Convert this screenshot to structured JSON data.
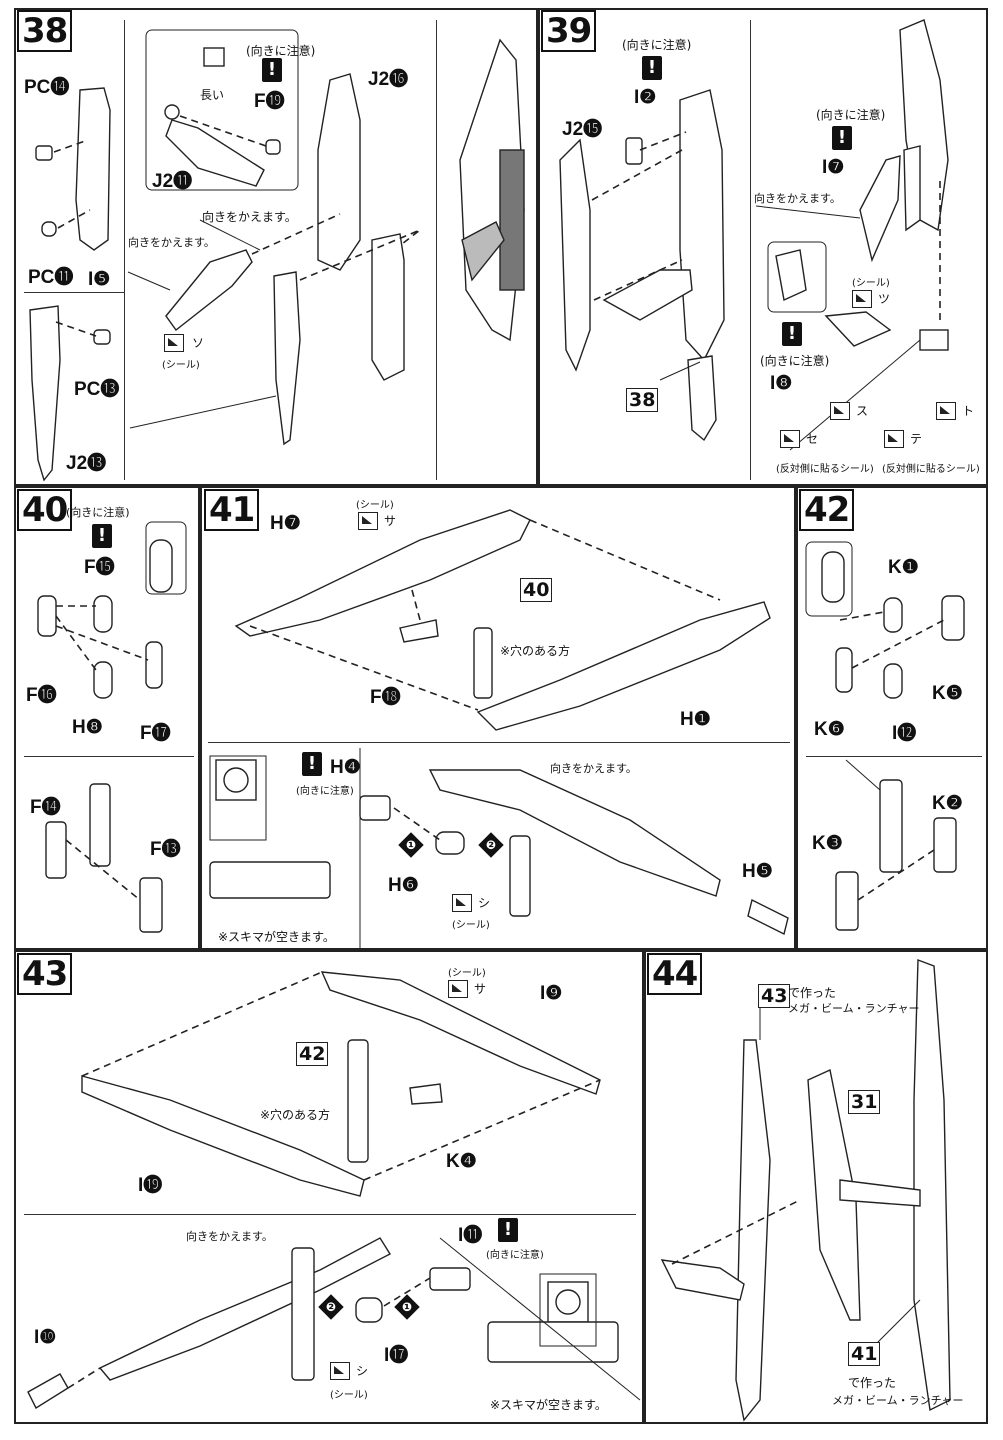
{
  "steps": {
    "s38": {
      "number": "38",
      "labels": {
        "pc14": "PC⓮",
        "pc11": "PC⓫",
        "i5": "I❺",
        "pc13": "PC⓭",
        "j213": "J2⓭",
        "j216": "J2⓰",
        "j211": "J2⓫",
        "f19": "F⓳"
      },
      "notes": {
        "caution": "(向きに注意)",
        "long": "長い",
        "turn1": "向きをかえます。",
        "turn2": "向きをかえます。",
        "seal": "(シール)",
        "seal_code": "ソ"
      }
    },
    "s39": {
      "number": "39",
      "labels": {
        "i2": "I❷",
        "j215": "J2⓯",
        "i7": "I❼",
        "i8": "I❽",
        "ref38": "38"
      },
      "notes": {
        "caution1": "(向きに注意)",
        "caution2": "(向きに注意)",
        "caution3": "(向きに注意)",
        "turn": "向きをかえます。",
        "seal": "(シール)",
        "seal_tsu": "ツ",
        "seal_su": "ス",
        "seal_to": "ト",
        "seal_se": "セ",
        "seal_te": "テ",
        "opposite1": "(反対側に貼るシール)",
        "opposite2": "(反対側に貼るシール)"
      }
    },
    "s40": {
      "number": "40",
      "labels": {
        "f15": "F⓯",
        "f16": "F⓰",
        "h8": "H❽",
        "f17": "F⓱",
        "f14": "F⓮",
        "f13": "F⓭"
      },
      "notes": {
        "caution": "(向きに注意)"
      }
    },
    "s41": {
      "number": "41",
      "labels": {
        "h7": "H❼",
        "ref40": "40",
        "f18": "F⓲",
        "h1": "H❶",
        "h4": "H❹",
        "h6": "H❻",
        "h5": "H❺"
      },
      "notes": {
        "seal": "(シール)",
        "seal_sa": "サ",
        "hole_side": "※穴のある方",
        "caution": "(向きに注意)",
        "turn": "向きをかえます。",
        "seal2": "(シール)",
        "seal_shi": "シ",
        "gap": "※スキマが空きます。"
      }
    },
    "s42": {
      "number": "42",
      "labels": {
        "k1": "K❶",
        "k5": "K❺",
        "k6": "K❻",
        "i12": "I⓬",
        "k2": "K❷",
        "k3": "K❸"
      }
    },
    "s43": {
      "number": "43",
      "labels": {
        "i9": "I❾",
        "ref42": "42",
        "k4": "K❹",
        "i19": "I⓳",
        "i11": "I⓫",
        "i10": "I❿",
        "i17": "I⓱"
      },
      "notes": {
        "seal": "(シール)",
        "seal_sa": "サ",
        "hole_side": "※穴のある方",
        "turn": "向きをかえます。",
        "caution": "(向きに注意)",
        "seal2": "(シール)",
        "seal_shi": "シ",
        "gap": "※スキマが空きます。"
      }
    },
    "s44": {
      "number": "44",
      "labels": {
        "ref43": "43",
        "ref31": "31",
        "ref41": "41"
      },
      "notes": {
        "made_with_1": "で作った",
        "launcher_1": "メガ・ビーム・ランチャー",
        "made_with_2": "で作った",
        "launcher_2": "メガ・ビーム・ランチャー"
      }
    }
  },
  "order_marks": [
    "❶",
    "❷"
  ],
  "warning_mark": "!"
}
